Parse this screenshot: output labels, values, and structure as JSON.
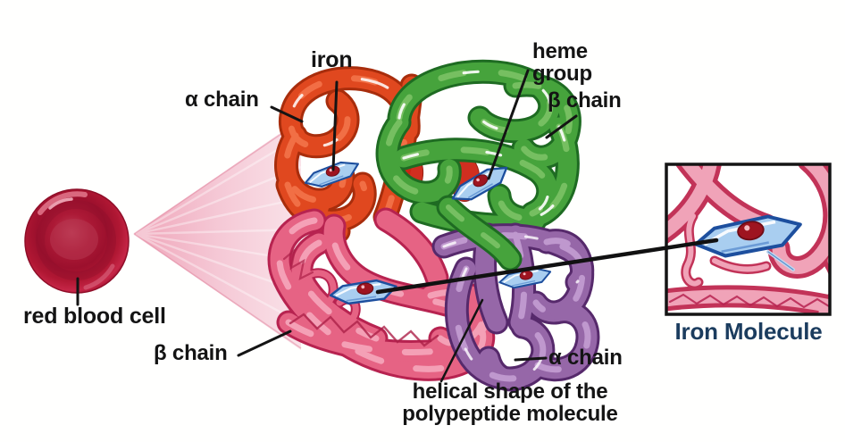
{
  "labels": {
    "iron": "iron",
    "heme_group": [
      "heme",
      "group"
    ],
    "alpha_chain_top": "α chain",
    "beta_chain_top": "β chain",
    "red_blood_cell": "red blood cell",
    "beta_chain_bottom": "β chain",
    "helical_shape": [
      "helical shape of the",
      "polypeptide molecule"
    ],
    "alpha_chain_bottom": "α chain",
    "inset_caption": "Iron Molecule"
  },
  "colors": {
    "alpha_chain_orange": "#E0481F",
    "beta_chain_green": "#46A33C",
    "beta_chain_pink": "#E66384",
    "alpha_chain_purple": "#9667A8",
    "heme_plate_blue": "#A9CEF0",
    "heme_outline_blue": "#1D4F9E",
    "iron_red": "#9E1420",
    "red_blood_cell_crimson": "#B01733",
    "fan_pink": "#F2B9C8",
    "label_text": "#141414",
    "inset_caption_navy": "#1B3C5E"
  }
}
